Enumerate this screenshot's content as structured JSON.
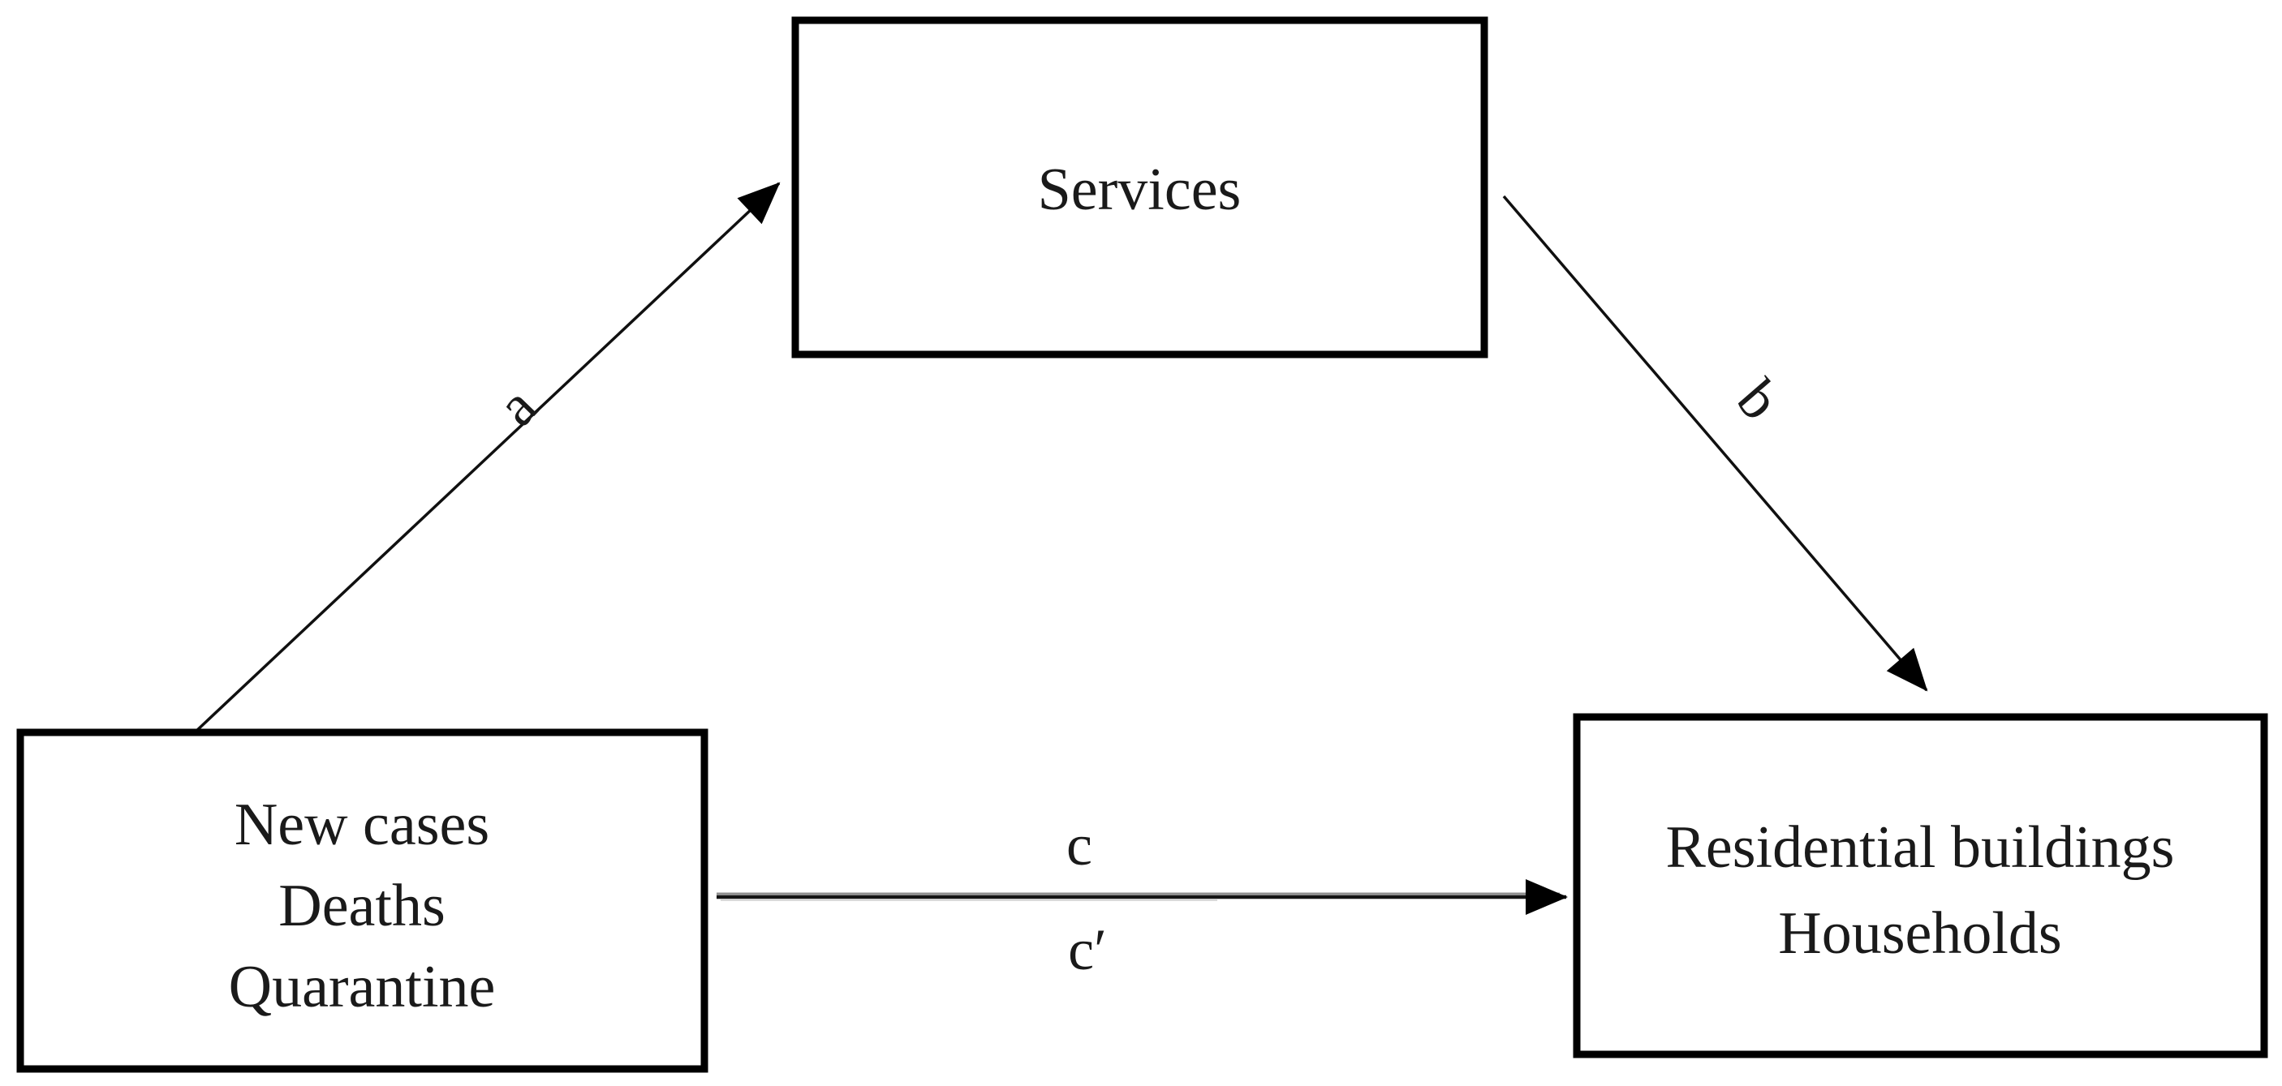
{
  "diagram": {
    "mediator_box": {
      "label": "Services"
    },
    "predictor_box": {
      "lines": [
        "New cases",
        "Deaths",
        "Quarantine"
      ]
    },
    "outcome_box": {
      "lines": [
        "Residential buildings",
        "Households"
      ]
    },
    "path_labels": {
      "a": "a",
      "b": "b",
      "c": "c",
      "c_prime": "c′"
    },
    "colors": {
      "background": "#ffffff",
      "stroke": "#000000",
      "text": "#1a1a1a"
    }
  }
}
